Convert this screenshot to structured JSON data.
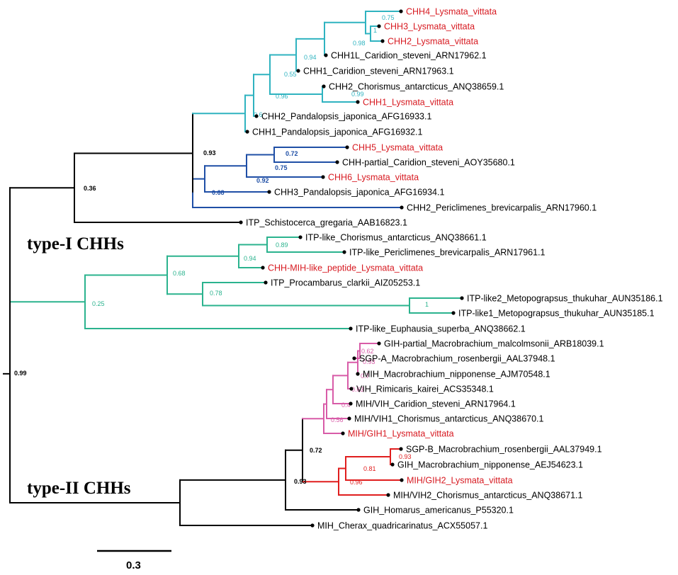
{
  "colors": {
    "black": "#000000",
    "cyan": "#2fb3c0",
    "navy": "#1f4fa6",
    "green": "#2bb38e",
    "pink": "#d85ca8",
    "red": "#e01e1e",
    "highlight": "#d71920"
  },
  "group_labels": {
    "type1": "type-I CHHs",
    "type2": "type-II CHHs"
  },
  "scale_bar": {
    "label": "0.3"
  },
  "leaves": [
    {
      "label": "CHH4_Lysmata_vittata",
      "hl": true
    },
    {
      "label": "CHH3_Lysmata_vittata",
      "hl": true
    },
    {
      "label": "CHH2_Lysmata_vittata",
      "hl": true
    },
    {
      "label": "CHH1L_Caridion_steveni_ARN17962.1",
      "hl": false
    },
    {
      "label": "CHH1_Caridion_steveni_ARN17963.1",
      "hl": false
    },
    {
      "label": "CHH2_Chorismus_antarcticus_ANQ38659.1",
      "hl": false
    },
    {
      "label": "CHH1_Lysmata_vittata",
      "hl": true
    },
    {
      "label": "CHH2_Pandalopsis_japonica_AFG16933.1",
      "hl": false
    },
    {
      "label": "CHH1_Pandalopsis_japonica_AFG16932.1",
      "hl": false
    },
    {
      "label": "CHH5_Lysmata_vittata",
      "hl": true
    },
    {
      "label": "CHH-partial_Caridion_steveni_AOY35680.1",
      "hl": false
    },
    {
      "label": "CHH6_Lysmata_vittata",
      "hl": true
    },
    {
      "label": "CHH3_Pandalopsis_japonica_AFG16934.1",
      "hl": false
    },
    {
      "label": "CHH2_Periclimenes_brevicarpalis_ARN17960.1",
      "hl": false
    },
    {
      "label": "ITP_Schistocerca_gregaria_AAB16823.1",
      "hl": false
    },
    {
      "label": "ITP-like_Chorismus_antarcticus_ANQ38661.1",
      "hl": false
    },
    {
      "label": "ITP-like_Periclimenes_brevicarpalis_ARN17961.1",
      "hl": false
    },
    {
      "label": "CHH-MIH-like_peptide_Lysmata_vittata",
      "hl": true
    },
    {
      "label": "ITP_Procambarus_clarkii_AIZ05253.1",
      "hl": false
    },
    {
      "label": "ITP-like2_Metopograpsus_thukuhar_AUN35186.1",
      "hl": false
    },
    {
      "label": "ITP-like1_Metopograpsus_thukuhar_AUN35185.1",
      "hl": false
    },
    {
      "label": "ITP-like_Euphausia_superba_ANQ38662.1",
      "hl": false
    },
    {
      "label": "GIH-partial_Macrobrachium_malcolmsonii_ARB18039.1",
      "hl": false
    },
    {
      "label": "SGP-A_Macrobrachium_rosenbergii_AAL37948.1",
      "hl": false
    },
    {
      "label": "MIH_Macrobrachium_nipponense_AJM70548.1",
      "hl": false
    },
    {
      "label": "VIH_Rimicaris_kairei_ACS35348.1",
      "hl": false
    },
    {
      "label": "MIH/VIH_Caridion_steveni_ARN17964.1",
      "hl": false
    },
    {
      "label": "MIH/VIH1_Chorismus_antarcticus_ANQ38670.1",
      "hl": false
    },
    {
      "label": "MIH/GIH1_Lysmata_vittata",
      "hl": true
    },
    {
      "label": "SGP-B_Macrobrachium_rosenbergii_AAL37949.1",
      "hl": false
    },
    {
      "label": "GIH_Macrobrachium_nipponense_AEJ54623.1",
      "hl": false
    },
    {
      "label": "MIH/GIH2_Lysmata_vittata",
      "hl": true
    },
    {
      "label": "MIH/VIH2_Chorismus_antarcticus_ANQ38671.1",
      "hl": false
    },
    {
      "label": "GIH_Homarus_americanus_P55320.1",
      "hl": false
    },
    {
      "label": "MIH_Cherax_quadricarinatus_ACX55057.1",
      "hl": false
    }
  ],
  "supports": [
    {
      "value": "0.75",
      "color": "cyan",
      "bold": false
    },
    {
      "value": "1",
      "color": "cyan",
      "bold": false
    },
    {
      "value": "0.98",
      "color": "cyan",
      "bold": false
    },
    {
      "value": "0.94",
      "color": "cyan",
      "bold": false
    },
    {
      "value": "0.55",
      "color": "cyan",
      "bold": false
    },
    {
      "value": "0.99",
      "color": "cyan",
      "bold": false
    },
    {
      "value": "0.96",
      "color": "cyan",
      "bold": false
    },
    {
      "value": "0.6",
      "color": "cyan",
      "bold": false
    },
    {
      "value": "0.93",
      "color": "black",
      "bold": true
    },
    {
      "value": "0.72",
      "color": "navy",
      "bold": true
    },
    {
      "value": "0.75",
      "color": "navy",
      "bold": true
    },
    {
      "value": "0.92",
      "color": "navy",
      "bold": true
    },
    {
      "value": "0.68",
      "color": "navy",
      "bold": true
    },
    {
      "value": "0.36",
      "color": "black",
      "bold": true
    },
    {
      "value": "0.89",
      "color": "green",
      "bold": false
    },
    {
      "value": "0.94",
      "color": "green",
      "bold": false
    },
    {
      "value": "0.68",
      "color": "green",
      "bold": false
    },
    {
      "value": "0.78",
      "color": "green",
      "bold": false
    },
    {
      "value": "1",
      "color": "green",
      "bold": false
    },
    {
      "value": "0.25",
      "color": "green",
      "bold": false
    },
    {
      "value": "0.99",
      "color": "black",
      "bold": true
    },
    {
      "value": "0.62",
      "color": "pink",
      "bold": false
    },
    {
      "value": "0.93",
      "color": "pink",
      "bold": false
    },
    {
      "value": "0.7",
      "color": "pink",
      "bold": false
    },
    {
      "value": "0.63",
      "color": "pink",
      "bold": false
    },
    {
      "value": "0.4",
      "color": "pink",
      "bold": false
    },
    {
      "value": "0.56",
      "color": "pink",
      "bold": false
    },
    {
      "value": "0.72",
      "color": "black",
      "bold": true
    },
    {
      "value": "0.93",
      "color": "red",
      "bold": false
    },
    {
      "value": "0.81",
      "color": "red",
      "bold": false
    },
    {
      "value": "0.96",
      "color": "red",
      "bold": false
    },
    {
      "value": "0.93",
      "color": "black",
      "bold": true
    }
  ]
}
